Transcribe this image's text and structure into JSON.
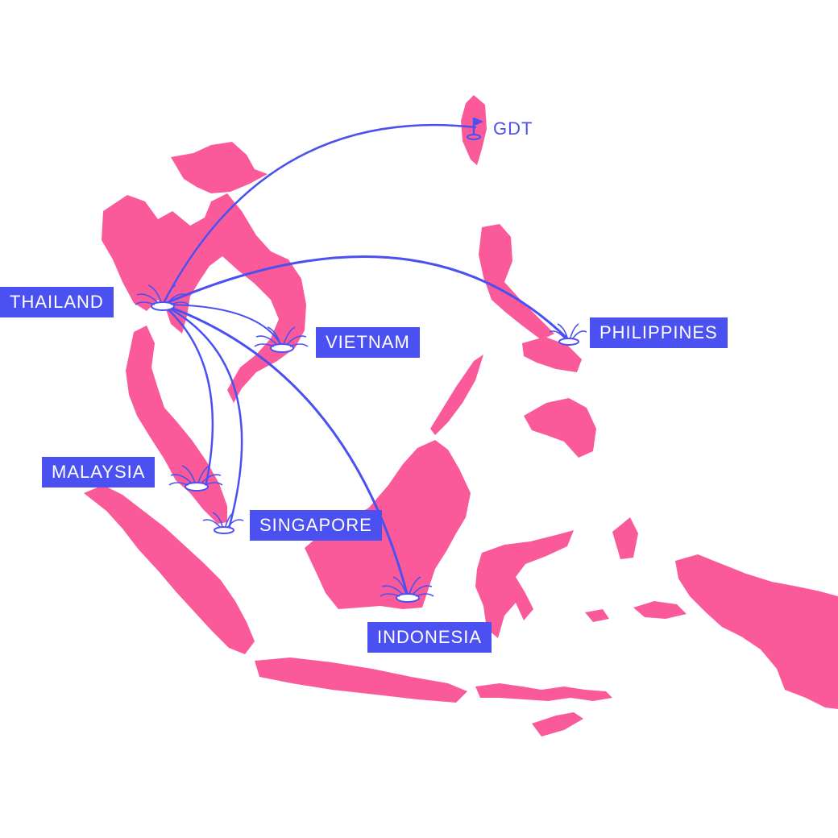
{
  "origin": {
    "label": "GDT",
    "icon": "flag-icon"
  },
  "hubs": [
    {
      "id": "thailand",
      "label": "THAILAND",
      "icon": "burst-icon"
    },
    {
      "id": "vietnam",
      "label": "VIETNAM",
      "icon": "burst-icon"
    },
    {
      "id": "philippines",
      "label": "PHILIPPINES",
      "icon": "burst-icon"
    },
    {
      "id": "malaysia",
      "label": "MALAYSIA",
      "icon": "burst-icon"
    },
    {
      "id": "singapore",
      "label": "SINGAPORE",
      "icon": "burst-icon"
    },
    {
      "id": "indonesia",
      "label": "INDONESIA",
      "icon": "burst-icon"
    }
  ],
  "colors": {
    "land": "#fb5a9a",
    "accent": "#4b51f0",
    "background": "#ffffff"
  }
}
